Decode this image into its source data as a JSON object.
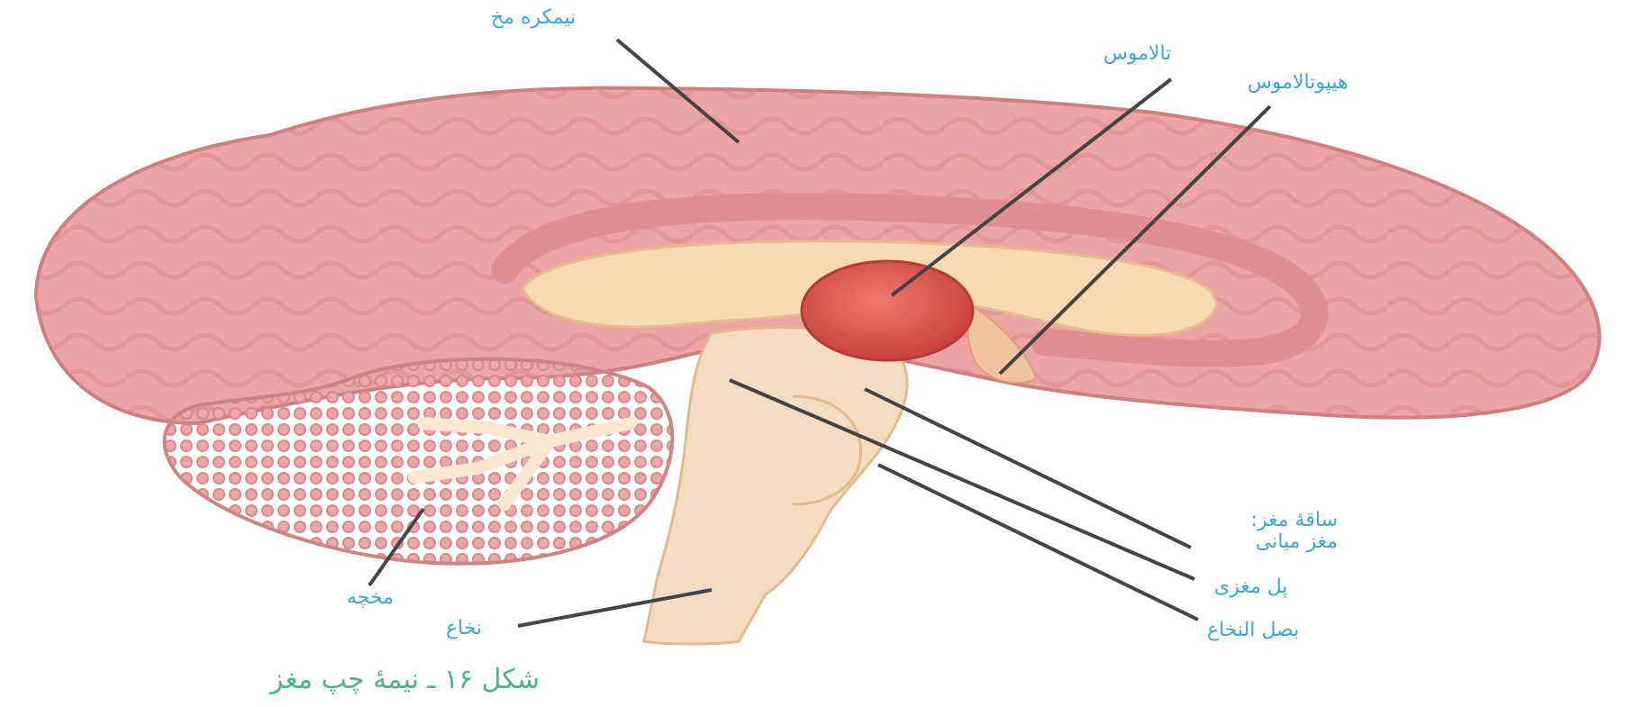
{
  "labels": {
    "cerebral_hemisphere": "نیمکره مخ",
    "thalamus": "تالاموس",
    "hypothalamus": "هیپوتالاموس",
    "brainstem": "ساقهٔ مغز:",
    "midbrain": "مغز میانی",
    "pons": "پل مغزی",
    "medulla": "بصل النخاع",
    "cerebellum": "مخچه",
    "spinal_cord": "نخاع"
  },
  "caption": "شکل ۱۶ ـ نیمهٔ چپ مغز",
  "colors": {
    "label_text": "#3fa7c9",
    "caption_text": "#4db38a",
    "cortex": "#eda4a4",
    "cortex_shadow": "#d98a8a",
    "white_matter": "#f7d9b3",
    "brainstem": "#f5dcc0",
    "thalamus": "#d9534f",
    "leader_line": "#444444"
  }
}
